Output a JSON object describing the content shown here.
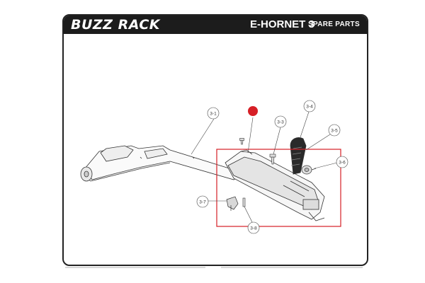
{
  "header": {
    "brand": "BUZZ RACK",
    "model": "E-HORNET 3",
    "section": "SPARE PARTS"
  },
  "callouts": {
    "c31": "3-1",
    "c33": "3-3",
    "c34": "3-4",
    "c35": "3-5",
    "c36": "3-6",
    "c37": "3-7",
    "c38": "3-8"
  },
  "colors": {
    "header_bg": "#1c1c1c",
    "highlight": "#d61f26",
    "line": "#333333"
  }
}
